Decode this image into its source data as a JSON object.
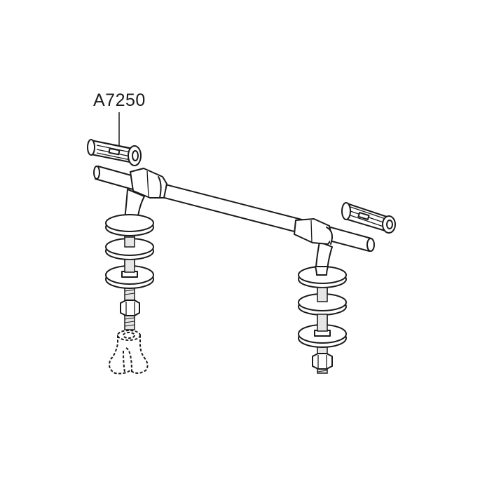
{
  "diagram": {
    "title": "Toilet seat hinge fixing kit exploded view",
    "part_label": "A7250",
    "components": [
      {
        "name": "expanding-plug",
        "count": 2
      },
      {
        "name": "hinge-rod",
        "count": 1
      },
      {
        "name": "hinge-bracket",
        "count": 2
      },
      {
        "name": "rubber-washer",
        "count": 4
      },
      {
        "name": "flat-washer-with-square-seat",
        "count": 2
      },
      {
        "name": "threaded-bolt",
        "count": 2
      },
      {
        "name": "hex-nut",
        "count": 2
      },
      {
        "name": "tightening-key-hidden",
        "count": 1
      }
    ],
    "colors": {
      "line": "#1a1a1a",
      "fill": "#ffffff",
      "thread": "#e6e6e6"
    }
  }
}
